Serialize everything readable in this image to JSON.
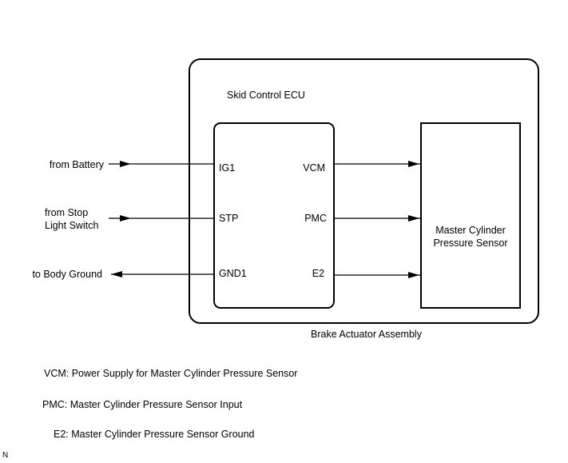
{
  "assembly_label": "Brake Actuator Assembly",
  "ecu_label": "Skid Control ECU",
  "sensor_label": [
    "Master Cylinder",
    "Pressure Sensor"
  ],
  "inputs": {
    "battery": "from Battery",
    "stop_light": [
      "from Stop",
      "Light Switch"
    ],
    "ground": "to Body Ground"
  },
  "ecu_pins_left": [
    "IG1",
    "STP",
    "GND1"
  ],
  "ecu_pins_right": [
    "VCM",
    "PMC",
    "E2"
  ],
  "legend": [
    "VCM: Power Supply for Master Cylinder Pressure Sensor",
    "PMC: Master Cylinder Pressure Sensor Input",
    "E2: Master Cylinder Pressure Sensor Ground"
  ],
  "corner_mark": "N"
}
